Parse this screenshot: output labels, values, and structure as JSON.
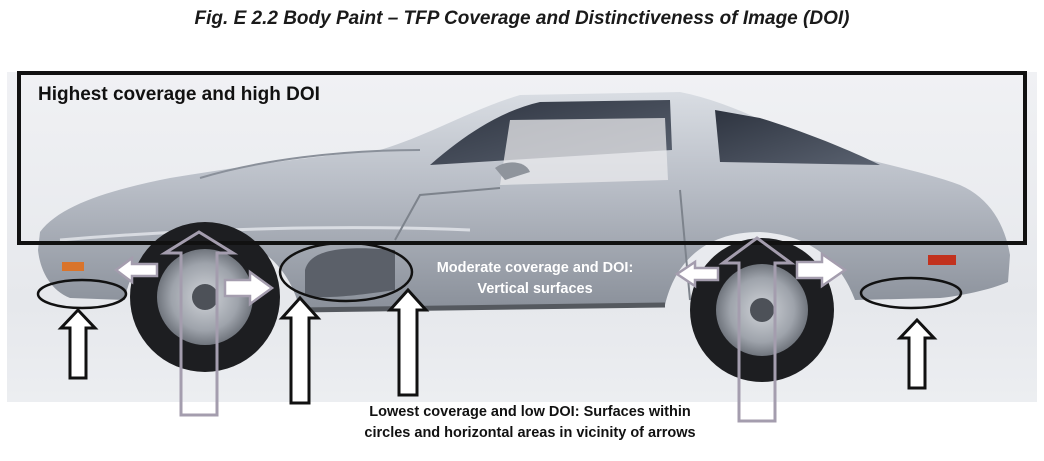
{
  "title": "Fig. E 2.2 Body Paint – TFP Coverage and Distinctiveness of Image (DOI)",
  "zones": {
    "highest": "Highest coverage and high DOI",
    "moderate_line1": "Moderate coverage and DOI:",
    "moderate_line2": "Vertical surfaces",
    "lowest_line1": "Lowest coverage and low DOI: Surfaces within",
    "lowest_line2": "circles and horizontal areas in vicinity of arrows"
  },
  "colors": {
    "frame": "#111111",
    "open_arrow_dark": "#111111",
    "open_arrow_light": "#a49dae",
    "car_body": "#b9bec7"
  },
  "illustration": "silver-sports-car-side-view"
}
